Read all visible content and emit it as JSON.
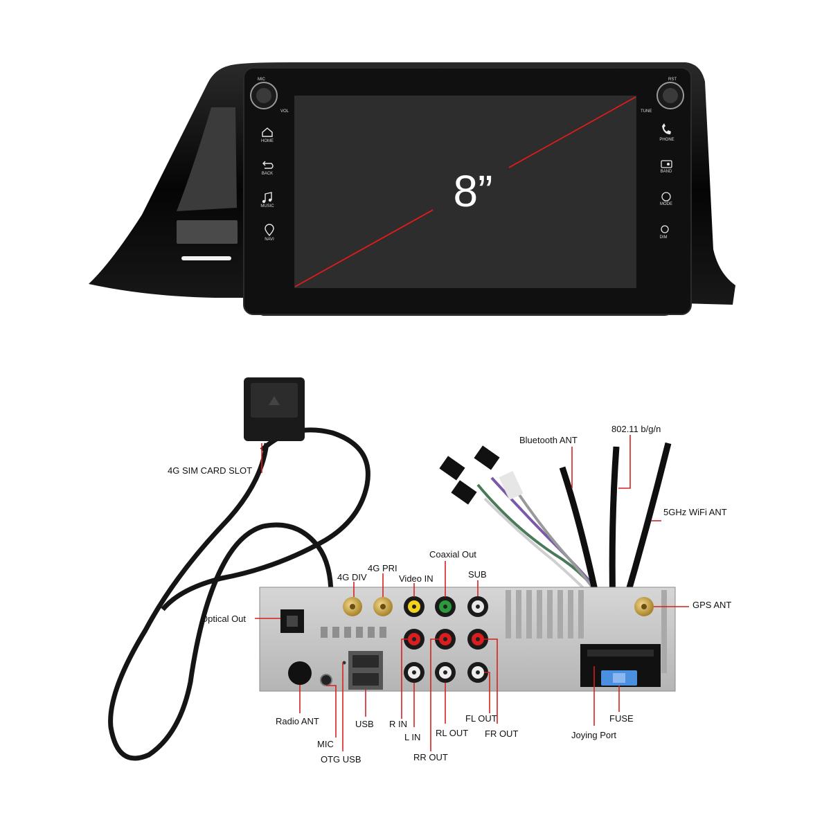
{
  "head_unit": {
    "screen_size": "8”",
    "left_buttons": [
      {
        "label": "MIC",
        "icon": "mic-knob-icon"
      },
      {
        "label": "VOL",
        "icon": "volume-knob-icon"
      },
      {
        "label": "HOME",
        "icon": "home-icon"
      },
      {
        "label": "BACK",
        "icon": "back-arrow-icon"
      },
      {
        "label": "MUSIC",
        "icon": "music-note-icon"
      },
      {
        "label": "NAVI",
        "icon": "map-pin-icon"
      }
    ],
    "right_buttons": [
      {
        "label": "RST",
        "icon": "reset-icon"
      },
      {
        "label": "TUNE",
        "icon": "tune-knob-icon"
      },
      {
        "label": "PHONE",
        "icon": "phone-icon"
      },
      {
        "label": "BAND",
        "icon": "radio-icon"
      },
      {
        "label": "MODE",
        "icon": "mode-icon"
      },
      {
        "label": "DIM",
        "icon": "brightness-icon"
      }
    ]
  },
  "connector_labels": {
    "sim_slot": "4G SIM CARD SLOT",
    "bluetooth_ant": "Bluetooth ANT",
    "wifi_80211": "802.11 b/g/n",
    "wifi_5ghz": "5GHz WiFi ANT",
    "coaxial_out": "Coaxial Out",
    "g4_pri": "4G PRI",
    "g4_div": "4G DIV",
    "video_in": "Video IN",
    "sub": "SUB",
    "gps_ant": "GPS ANT",
    "optical_out": "Optical Out",
    "radio_ant": "Radio ANT",
    "mic": "MIC",
    "otg_usb": "OTG USB",
    "usb": "USB",
    "r_in": "R IN",
    "l_in": "L IN",
    "rr_out": "RR OUT",
    "rl_out": "RL OUT",
    "fl_out": "FL OUT",
    "fr_out": "FR OUT",
    "fuse": "FUSE",
    "joying_port": "Joying Port"
  },
  "colors": {
    "leader_line": "#d51f1f",
    "screen": "#2d2d2d",
    "bezel": "#0b0b0b",
    "chassis": "#c9c9c9"
  }
}
